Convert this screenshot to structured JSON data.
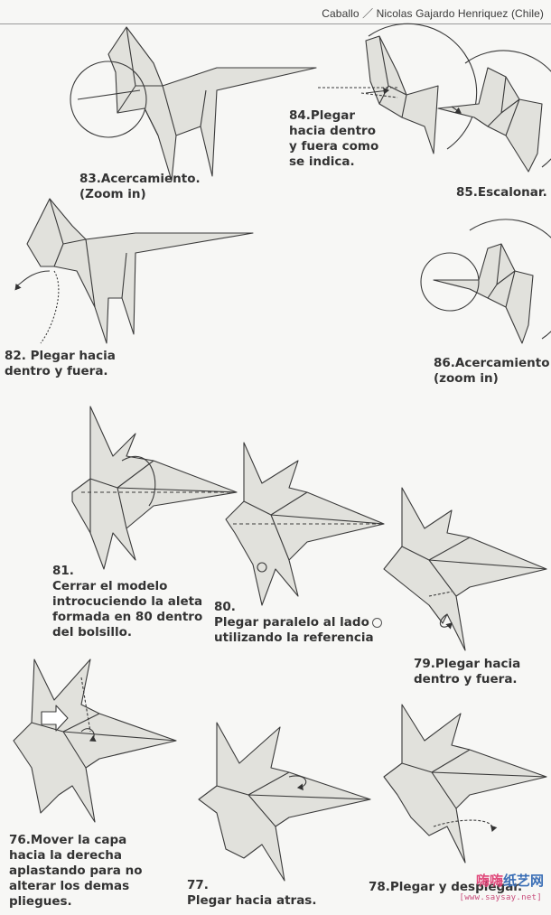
{
  "header": {
    "text": "Caballo ／ Nicolas Gajardo Henriquez (Chile)"
  },
  "steps": [
    {
      "id": "83",
      "caption": "83.Acercamiento.\n(Zoom in)"
    },
    {
      "id": "84",
      "caption": "84.Plegar\nhacia dentro\ny fuera como\nse indica."
    },
    {
      "id": "85",
      "caption": "85.Escalonar."
    },
    {
      "id": "82",
      "caption": "82. Plegar hacia\ndentro y fuera."
    },
    {
      "id": "86",
      "caption": "86.Acercamiento\n(zoom in)"
    },
    {
      "id": "81",
      "caption": "81.\nCerrar el modelo\nintrocuciendo la aleta\nformada en 80 dentro\ndel bolsillo."
    },
    {
      "id": "80",
      "caption_line1": "80.",
      "caption_line2": "Plegar paralelo al lado",
      "caption_line3": "utilizando la referencia"
    },
    {
      "id": "79",
      "caption": "79.Plegar hacia\ndentro y fuera."
    },
    {
      "id": "76",
      "caption": "76.Mover la capa\nhacia la derecha\naplastando para no\nalterar los demas\npliegues."
    },
    {
      "id": "77",
      "caption": "77.\nPlegar hacia atras."
    },
    {
      "id": "78",
      "caption": "78.Plegar y desplegar."
    }
  ],
  "watermark": {
    "part1": "嗨嗨",
    "part2": "纸艺网",
    "url": "[www.saysay.net]"
  },
  "colors": {
    "paper": "#e2e2de",
    "line": "#3a3a3a",
    "background": "#f7f7f5"
  }
}
